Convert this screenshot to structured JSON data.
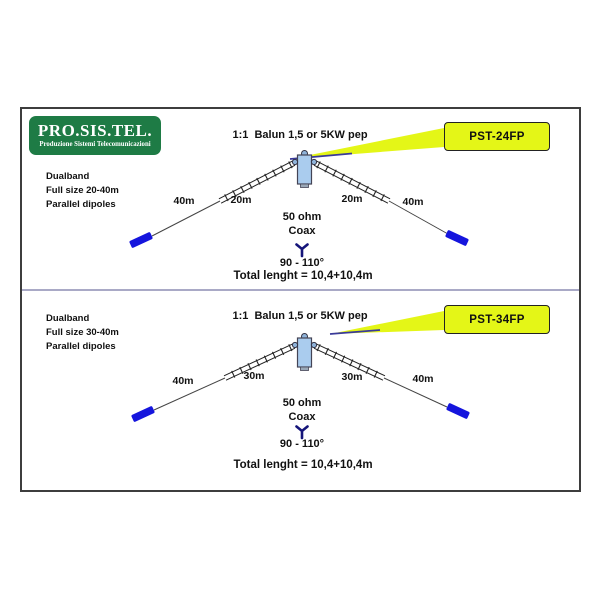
{
  "logo": {
    "title": "PRO.SIS.TEL.",
    "subtitle": "Produzione Sistemi Telecomunicazioni"
  },
  "panels": [
    {
      "model": "PST-24FP",
      "info": [
        "Dualband",
        "Full size 20-40m",
        "Parallel dipoles"
      ],
      "balun_label": "1:1  Balun 1,5 or 5KW pep",
      "labels": {
        "outer_left": "40m",
        "inner_left": "20m",
        "inner_right": "20m",
        "outer_right": "40m"
      },
      "feed_impedance": "50 ohm",
      "feed_line": "Coax",
      "apex_angle": "90 - 110°",
      "total_length": "Total lenght = 10,4+10,4m"
    },
    {
      "model": "PST-34FP",
      "info": [
        "Dualband",
        "Full size 30-40m",
        "Parallel dipoles"
      ],
      "balun_label": "1:1  Balun 1,5 or 5KW pep",
      "labels": {
        "outer_left": "40m",
        "inner_left": "30m",
        "inner_right": "30m",
        "outer_right": "40m"
      },
      "feed_impedance": "50 ohm",
      "feed_line": "Coax",
      "apex_angle": "90 - 110°",
      "total_length": "Total lenght = 10,4+10,4m"
    }
  ],
  "colors": {
    "logo_green": "#1e7b45",
    "callout_yellow": "#e4f617",
    "insulator_blue": "#1515dd",
    "balun_fill": "#aaccee",
    "symbol_navy": "#15157a",
    "divider": "#a9a9c6",
    "frame_border": "#3d3d3d"
  }
}
